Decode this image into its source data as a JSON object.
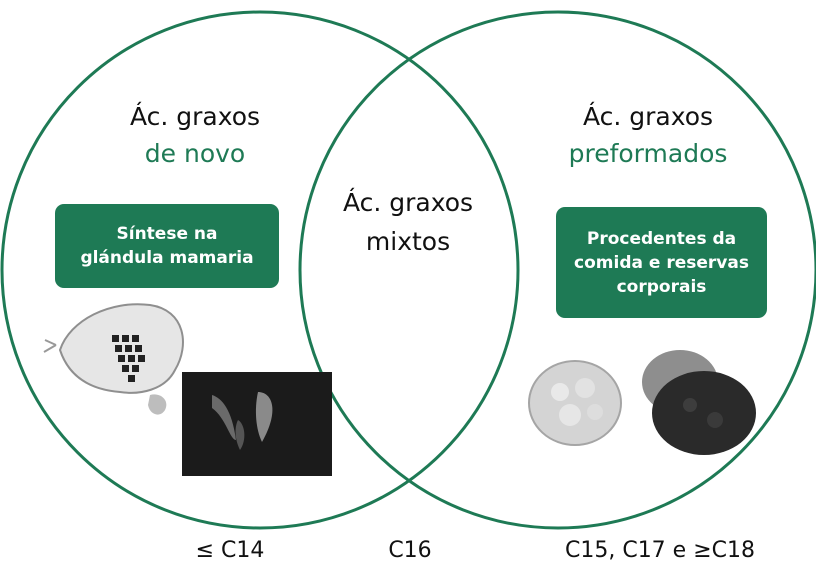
{
  "left_set": {
    "title": "Ác. graxos",
    "subtitle": "de novo",
    "box_lines": [
      "Síntese na",
      "glándula mamaria"
    ],
    "image_icon": "mammary-gland-illustration"
  },
  "middle_set": {
    "lines": [
      "Ác. graxos",
      "mixtos"
    ]
  },
  "right_set": {
    "title": "Ác. graxos",
    "subtitle": "preformados",
    "box_lines": [
      "Procedentes da",
      "comida e reservas",
      "corporais"
    ],
    "image_icon": "fat-cells-illustration"
  },
  "bottom_labels": [
    "≤ C14",
    "C16",
    "C15, C17 e ≥C18"
  ],
  "colors": {
    "accent": "#1e7a55",
    "text": "#111111",
    "background": "#ffffff"
  }
}
